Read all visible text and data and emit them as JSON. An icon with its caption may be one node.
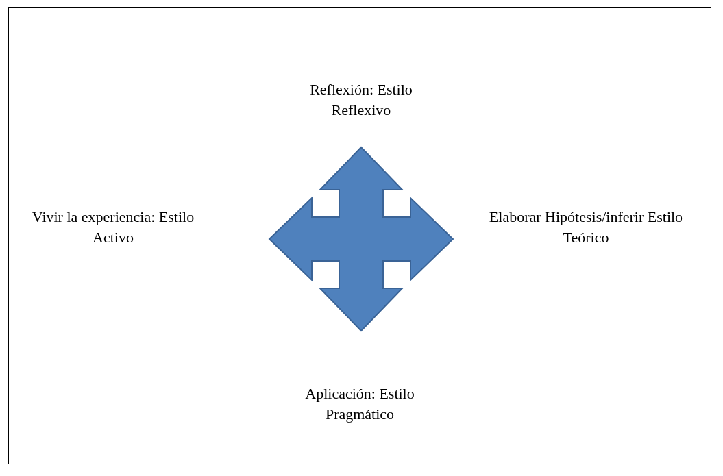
{
  "diagram": {
    "labels": [
      "Reflexión: Estilo Reflexivo",
      "Vivir la experiencia: Estilo Activo",
      "Elaborar Hipótesis/inferir Estilo Teórico",
      "Aplicación: Estilo Pragmático"
    ]
  }
}
